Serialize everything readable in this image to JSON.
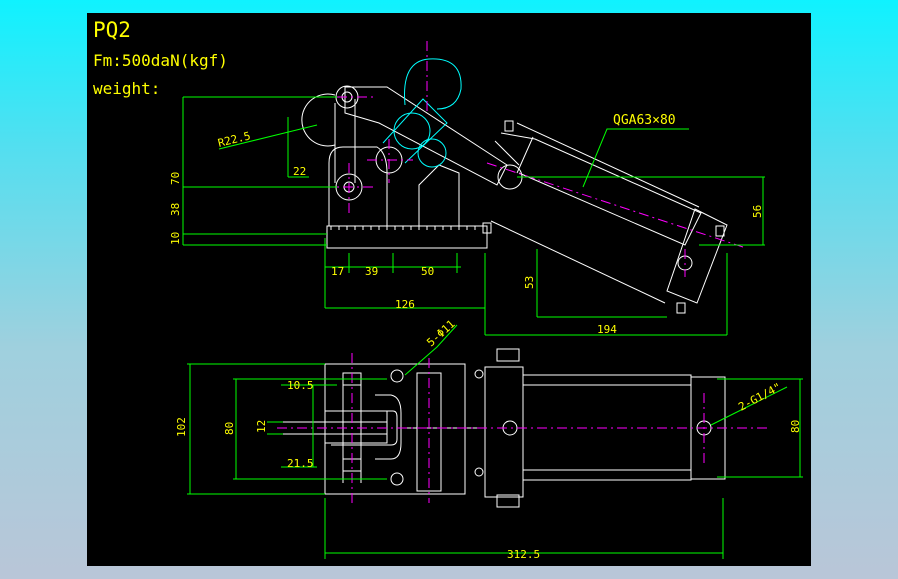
{
  "header": {
    "model": "PQ2",
    "force": "Fm:500daN(kgf)",
    "weight": "weight:"
  },
  "labels": {
    "cylinder": "QGA63×80",
    "radius": "R22.5",
    "holes": "5-Φ11",
    "ports": "2-G1/4\""
  },
  "side_view_dims": {
    "d22": "22",
    "d70": "70",
    "d38": "38",
    "d10": "10",
    "d17": "17",
    "d39": "39",
    "d50": "50",
    "d126": "126",
    "d194": "194",
    "d53": "53",
    "d56": "56"
  },
  "top_view_dims": {
    "d10_5": "10.5",
    "d12": "12",
    "d21_5": "21.5",
    "d102": "102",
    "d80_left": "80",
    "d80_right": "80",
    "d312_5": "312.5"
  },
  "colors": {
    "outline": "#ffffff",
    "dimension": "#00ff00",
    "centerline": "#ff00ff",
    "hidden": "#00ffff",
    "text": "#ffff00"
  }
}
